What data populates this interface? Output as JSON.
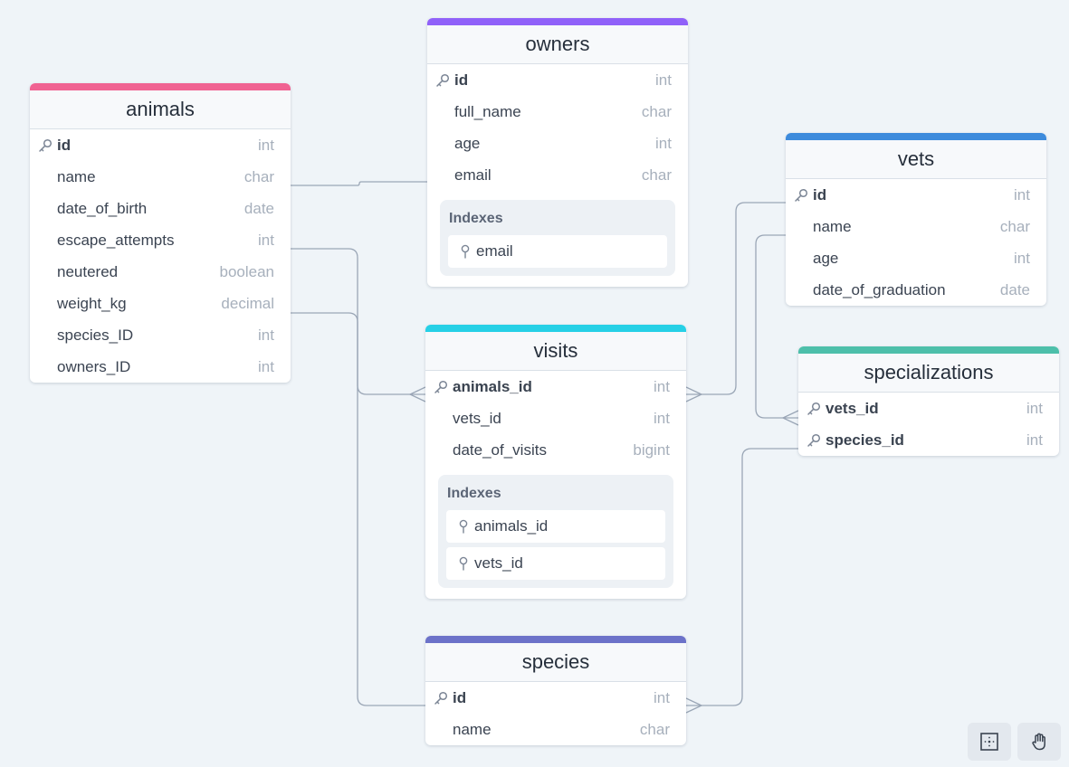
{
  "diagram": {
    "tables": [
      {
        "id": "animals",
        "name": "animals",
        "color": "#f06292",
        "fields": [
          {
            "name": "id",
            "type": "int",
            "pk": true
          },
          {
            "name": "name",
            "type": "char"
          },
          {
            "name": "date_of_birth",
            "type": "date"
          },
          {
            "name": "escape_attempts",
            "type": "int"
          },
          {
            "name": "neutered",
            "type": "boolean"
          },
          {
            "name": "weight_kg",
            "type": "decimal"
          },
          {
            "name": "species_ID",
            "type": "int"
          },
          {
            "name": "owners_ID",
            "type": "int"
          }
        ]
      },
      {
        "id": "owners",
        "name": "owners",
        "color": "#9061f9",
        "fields": [
          {
            "name": "id",
            "type": "int",
            "pk": true
          },
          {
            "name": "full_name",
            "type": "char"
          },
          {
            "name": "age",
            "type": "int"
          },
          {
            "name": "email",
            "type": "char"
          }
        ],
        "indexes_label": "Indexes",
        "indexes": [
          "email"
        ]
      },
      {
        "id": "vets",
        "name": "vets",
        "color": "#3d8bdc",
        "fields": [
          {
            "name": "id",
            "type": "int",
            "pk": true
          },
          {
            "name": "name",
            "type": "char"
          },
          {
            "name": "age",
            "type": "int"
          },
          {
            "name": "date_of_graduation",
            "type": "date"
          }
        ]
      },
      {
        "id": "visits",
        "name": "visits",
        "color": "#26d0e6",
        "fields": [
          {
            "name": "animals_id",
            "type": "int",
            "pk": true
          },
          {
            "name": "vets_id",
            "type": "int"
          },
          {
            "name": "date_of_visits",
            "type": "bigint"
          }
        ],
        "indexes_label": "Indexes",
        "indexes": [
          "animals_id",
          "vets_id"
        ]
      },
      {
        "id": "specializations",
        "name": "specializations",
        "color": "#4dbfaa",
        "fields": [
          {
            "name": "vets_id",
            "type": "int",
            "pk": true
          },
          {
            "name": "species_id",
            "type": "int",
            "pk": true
          }
        ]
      },
      {
        "id": "species",
        "name": "species",
        "color": "#6c72c9",
        "fields": [
          {
            "name": "id",
            "type": "int",
            "pk": true
          },
          {
            "name": "name",
            "type": "char"
          }
        ]
      }
    ]
  },
  "toolbar": {
    "buttons": [
      {
        "name": "fit-view-button",
        "icon": "fit-view-icon"
      },
      {
        "name": "pan-tool-button",
        "icon": "hand-icon"
      }
    ]
  }
}
